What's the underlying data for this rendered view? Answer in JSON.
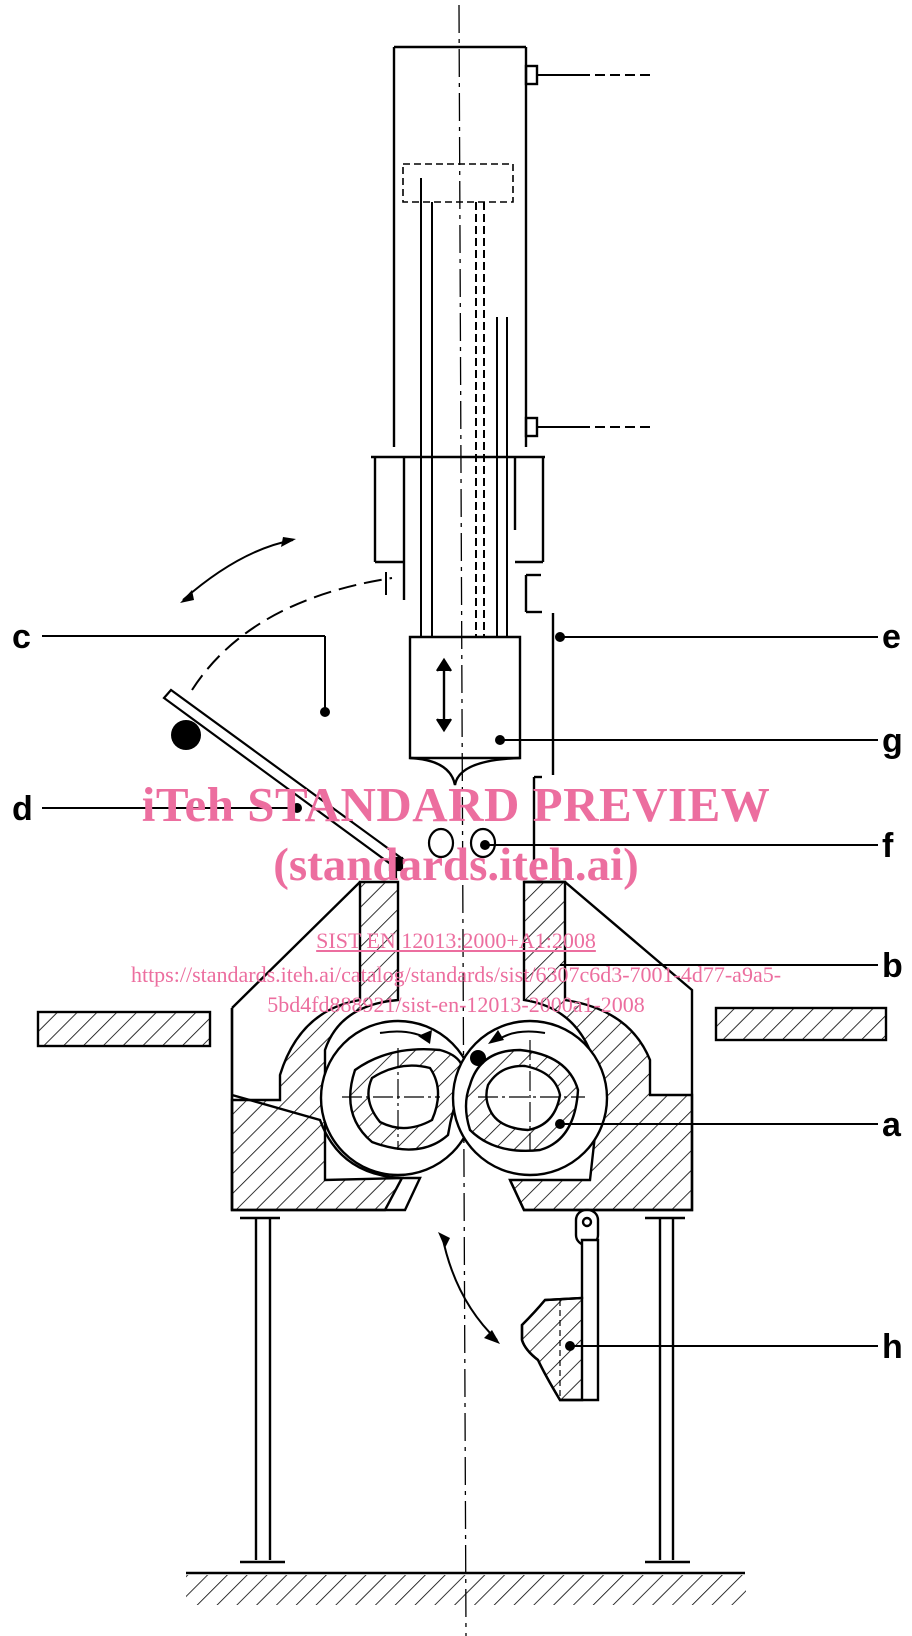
{
  "labels": {
    "a": "a",
    "b": "b",
    "c": "c",
    "d": "d",
    "e": "e",
    "f": "f",
    "g": "g",
    "h": "h"
  },
  "watermark": {
    "title": "iTeh STANDARD PREVIEW",
    "subtitle": "(standards.iteh.ai)",
    "doc_link": "SIST EN 12013:2000+A1:2008",
    "url_line1": "https://standards.iteh.ai/catalog/standards/sist/6307c6d3-7001-4d77-a9a5-",
    "url_line2": "5bd4fd888921/sist-en-12013-2000a1-2008"
  },
  "colors": {
    "ink": "#000000",
    "watermark": "#ec6e9f",
    "background": "#ffffff"
  }
}
